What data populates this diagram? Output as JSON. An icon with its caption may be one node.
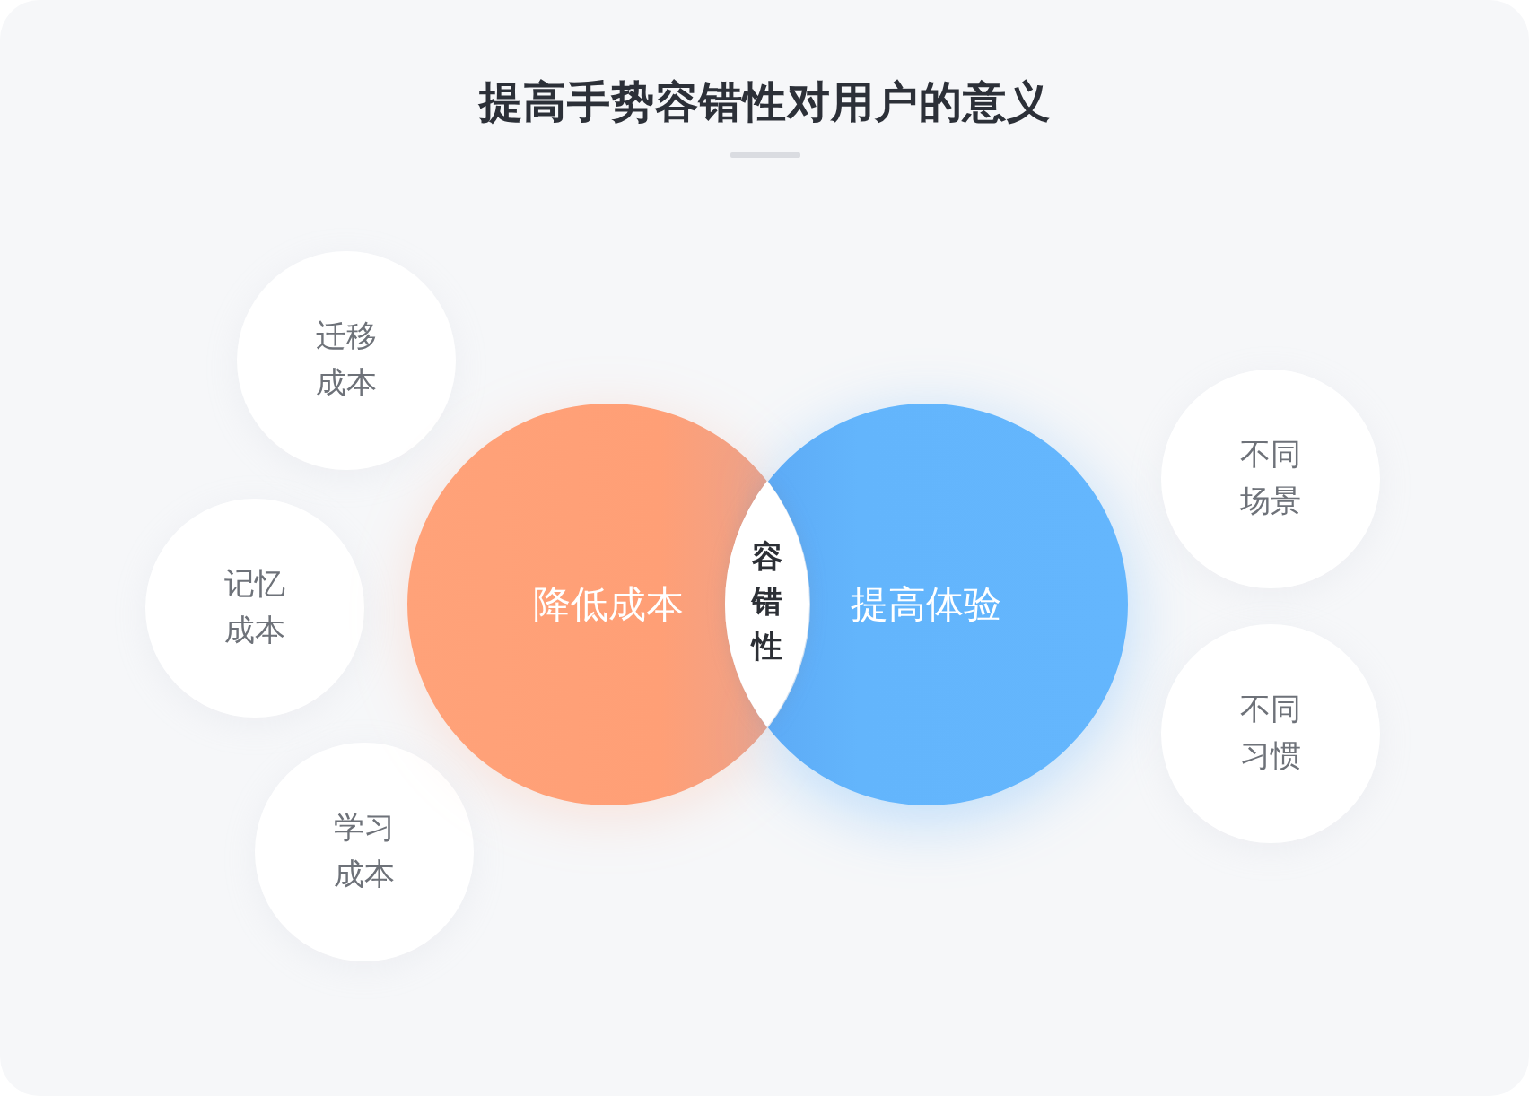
{
  "diagram": {
    "title": "提高手势容错性对用户的意义",
    "nodes": [
      {
        "text": [
          "迁移成本"
        ]
      },
      {
        "text": [
          "记忆成本"
        ]
      },
      {
        "text": [
          "学习成本"
        ]
      },
      {
        "text": [
          "降低成本"
        ]
      },
      {
        "text": [
          "容错性"
        ]
      },
      {
        "text": [
          "提高体验"
        ]
      },
      {
        "text": [
          "不同场景"
        ]
      },
      {
        "text": [
          "不同习惯"
        ]
      }
    ]
  }
}
